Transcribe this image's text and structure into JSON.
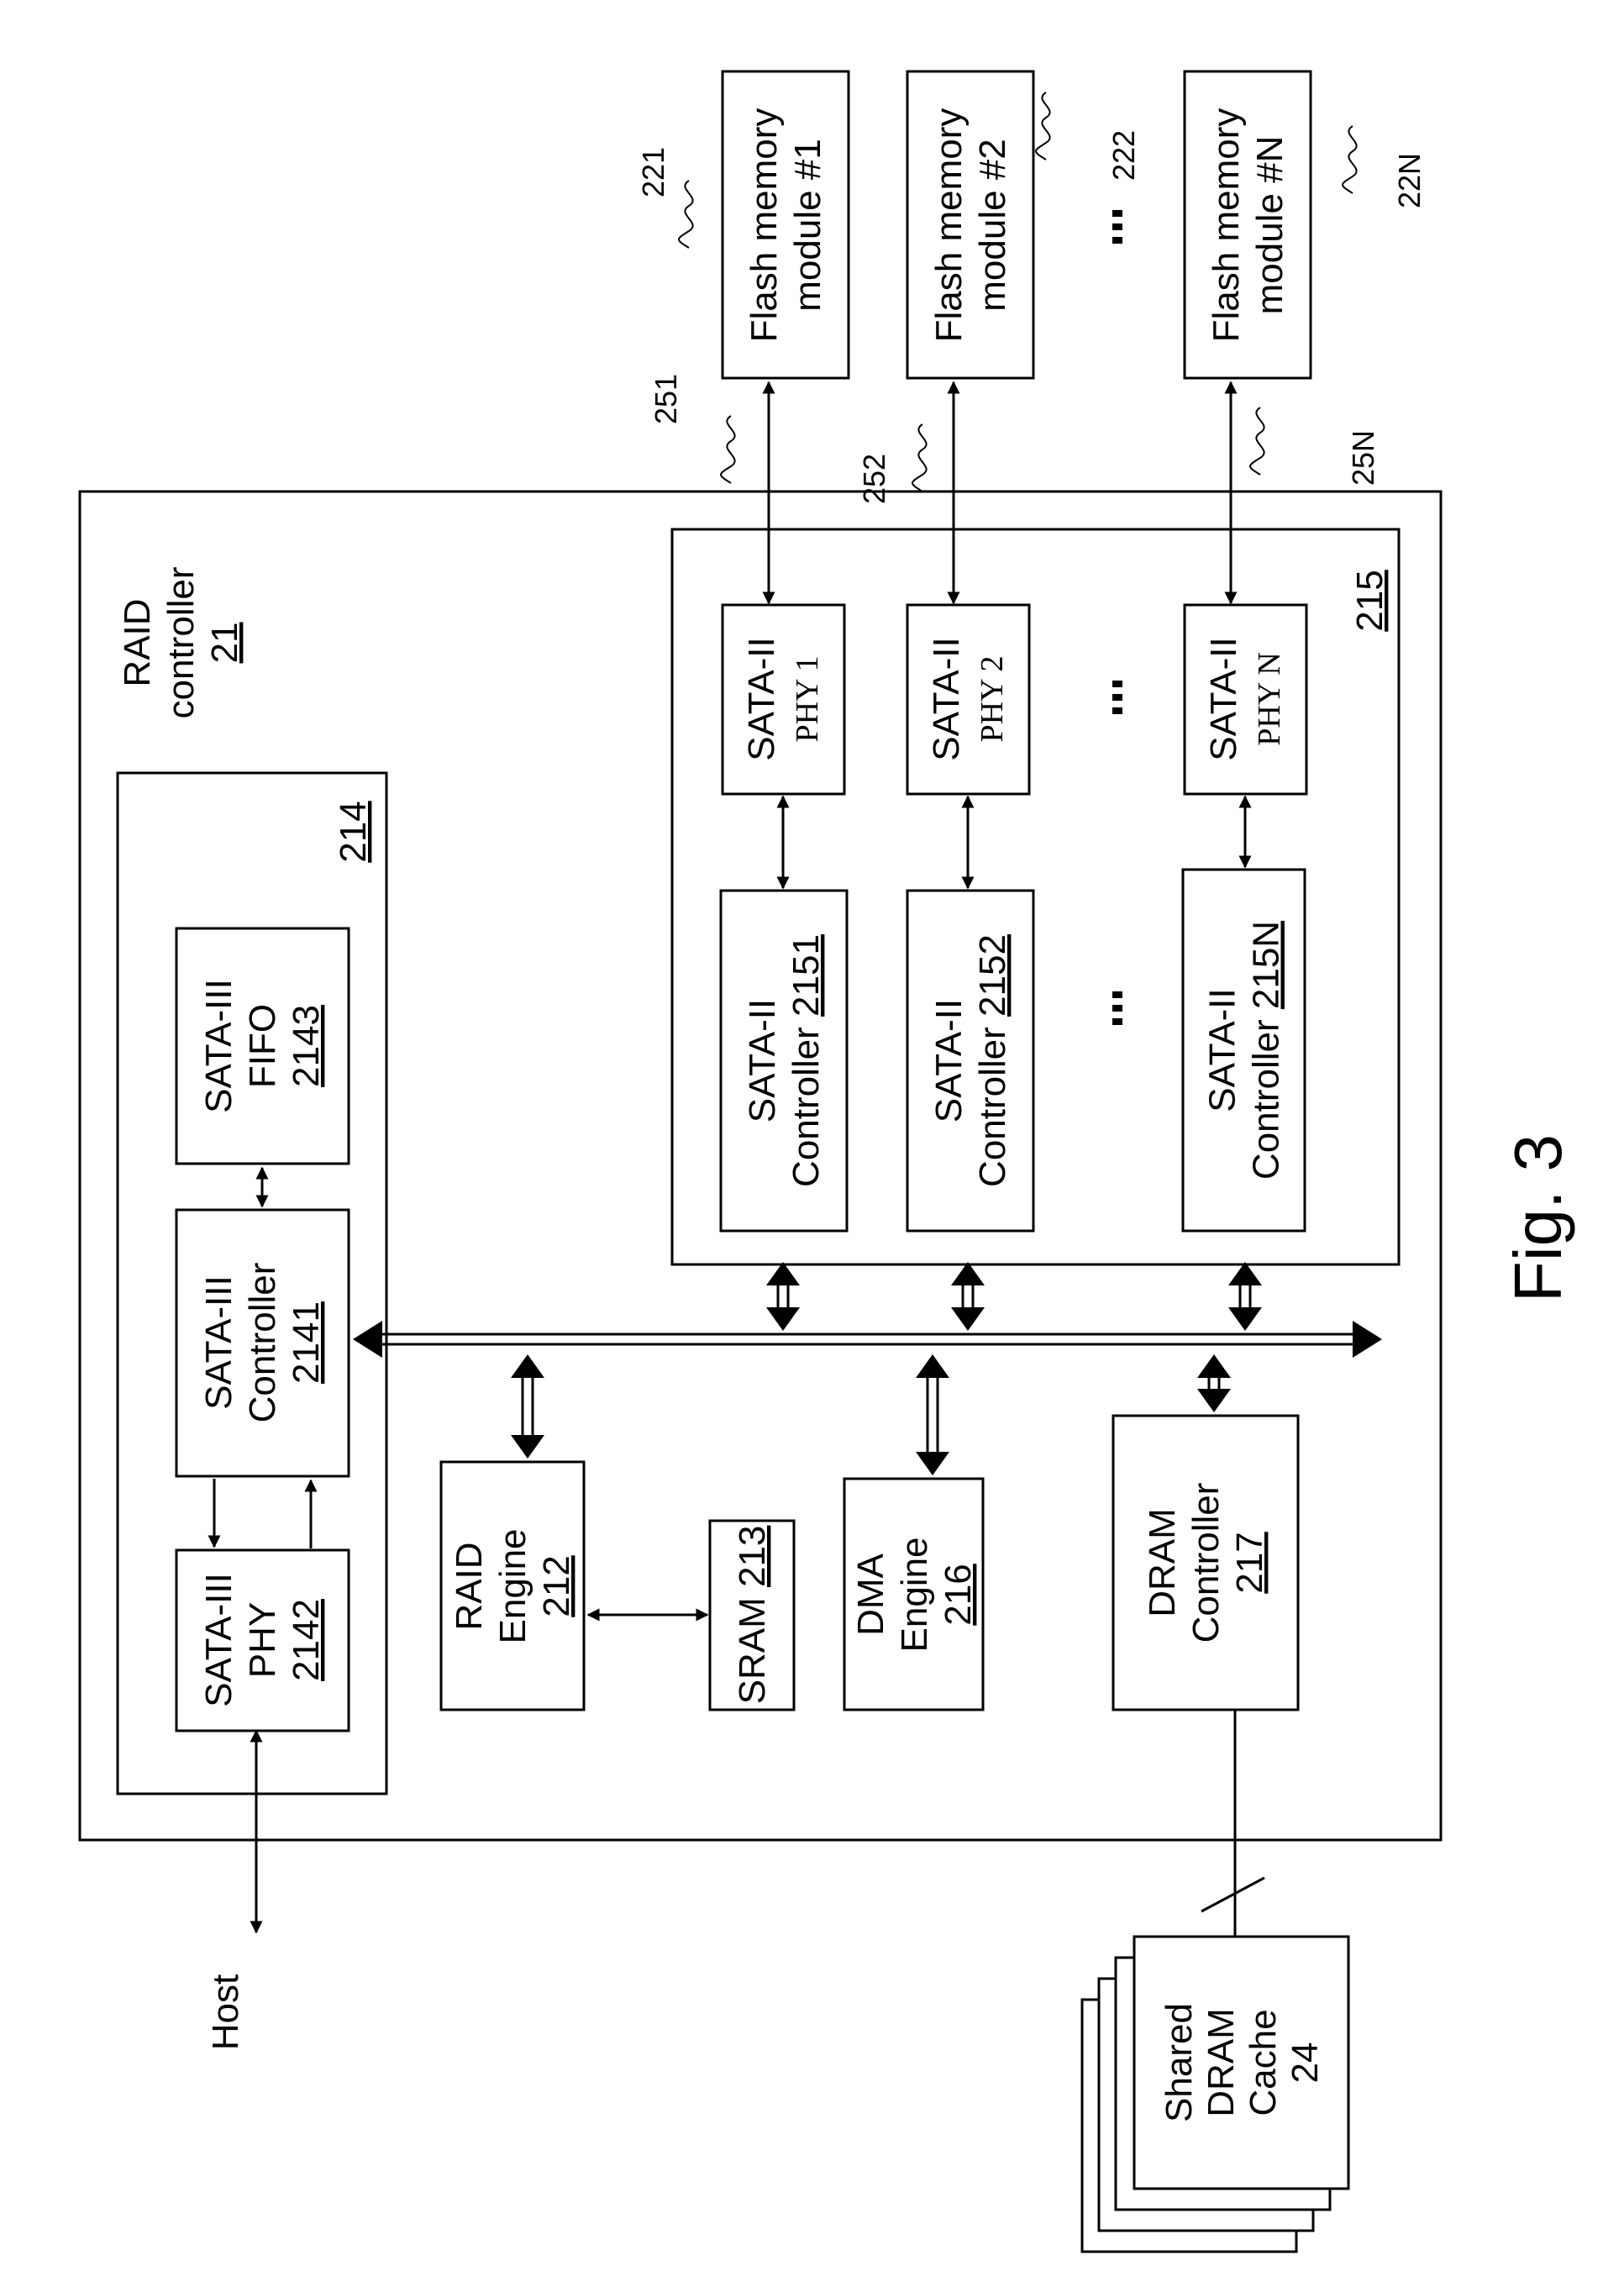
{
  "figure": {
    "caption": "Fig. 3"
  },
  "host": {
    "label": "Host"
  },
  "raid_controller": {
    "line1": "RAID",
    "line2": "controller",
    "ref": "21"
  },
  "group_214": {
    "ref": "214"
  },
  "group_215": {
    "ref": "215"
  },
  "sata3_phy": {
    "line1": "SATA-III",
    "line2": "PHY",
    "ref": "2142"
  },
  "sata3_controller": {
    "line1": "SATA-III",
    "line2": "Controller",
    "ref": "2141"
  },
  "sata3_fifo": {
    "line1": "SATA-III",
    "line2": "FIFO",
    "ref": "2143"
  },
  "raid_engine": {
    "line1": "RAID",
    "line2": "Engine",
    "ref": "212"
  },
  "sram": {
    "line1": "SRAM",
    "ref": "213"
  },
  "dma_engine": {
    "line1": "DMA",
    "line2": "Engine",
    "ref": "216"
  },
  "dram_controller": {
    "line1": "DRAM",
    "line2": "Controller",
    "ref": "217"
  },
  "sata2_controllers": [
    {
      "line1": "SATA-II",
      "line2": "Controller",
      "ref": "2151"
    },
    {
      "line1": "SATA-II",
      "line2": "Controller",
      "ref": "2152"
    },
    {
      "line1": "SATA-II",
      "line2": "Controller",
      "ref": "215N"
    }
  ],
  "sata2_phys": [
    {
      "line1": "SATA-II",
      "line2": "PHY 1"
    },
    {
      "line1": "SATA-II",
      "line2": "PHY 2"
    },
    {
      "line1": "SATA-II",
      "line2": "PHY N"
    }
  ],
  "flash_modules": [
    {
      "line1": "Flash memory",
      "line2": "module #1",
      "ref": "221",
      "link_ref": "251"
    },
    {
      "line1": "Flash memory",
      "line2": "module #2",
      "ref": "222",
      "link_ref": "252"
    },
    {
      "line1": "Flash memory",
      "line2": "module #N",
      "ref": "22N",
      "link_ref": "25N"
    }
  ],
  "dram_cache": {
    "line1": "Shared",
    "line2": "DRAM",
    "line3": "Cache",
    "ref": "24"
  },
  "ellipsis": "..."
}
